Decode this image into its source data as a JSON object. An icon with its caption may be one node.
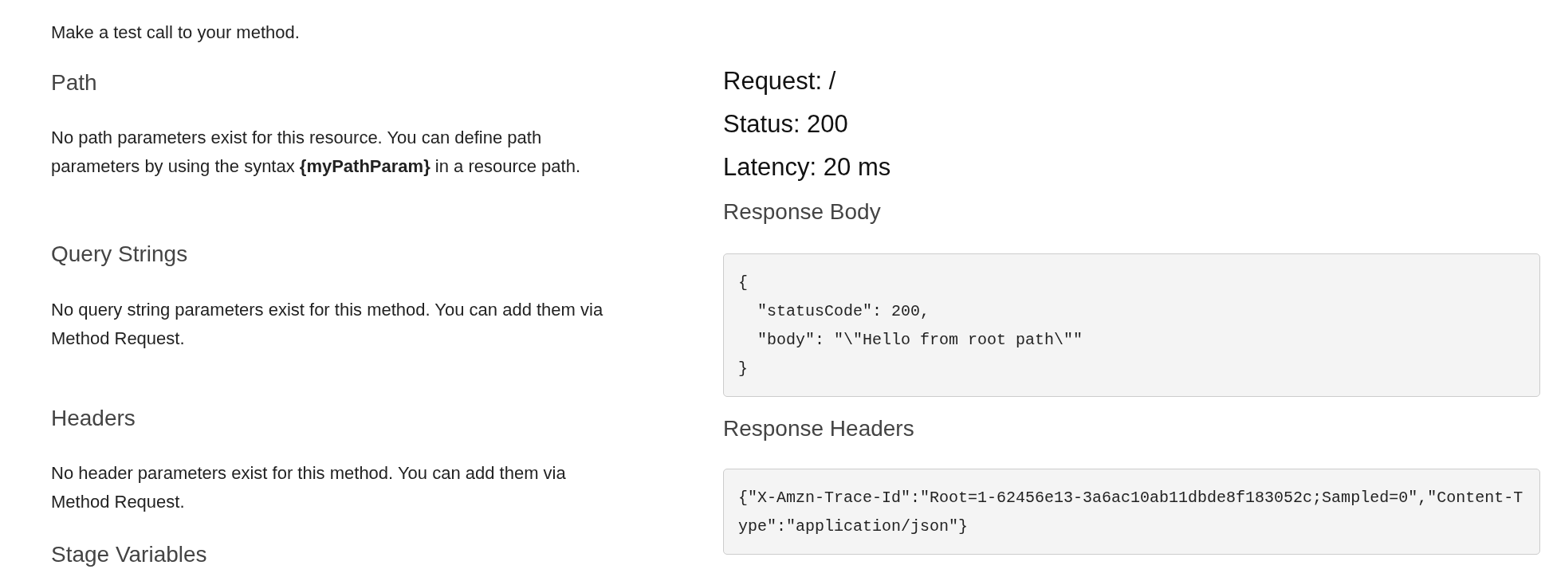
{
  "diagram": {
    "title": "Make a test call to your method.",
    "labels": [
      "Path",
      "No path parameters exist for this resource. You can define path parameters by using the syntax **{myPathParam}** in a resource path.",
      "Query Strings",
      "No query string parameters exist for this method. You can add them via Method Request.",
      "Headers",
      "No header parameters exist for this method. You can add them via Method Request.",
      "Stage Variables",
      "Request: /",
      "Status: 200",
      "Latency: 20 ms",
      "Response Body",
      "{",
      "  \"statusCode\": 200,",
      "  \"body\": \"\\\"Hello from root path\\\"\"",
      "}",
      "Response Headers",
      "{\"X-Amzn-Trace-Id\":\"Root=1-62456e13-3a6ac10ab11dbde8f183052c;Sampled=0\",\"Content-Type\":\"application/json\"}"
    ]
  }
}
